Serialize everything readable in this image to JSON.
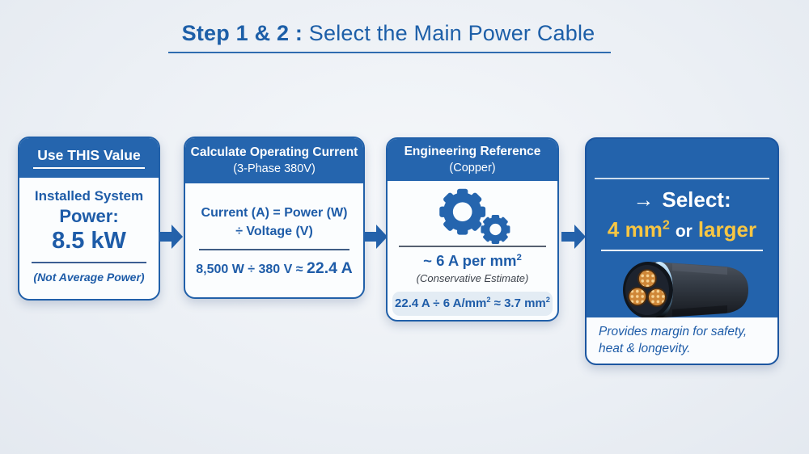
{
  "title": {
    "bold": "Step 1 & 2 :",
    "rest": " Select the Main Power Cable"
  },
  "colors": {
    "accent_blue": "#2565ae",
    "highlight_yellow": "#f7c643",
    "background": "#ecf0f5"
  },
  "cards": {
    "use_this_value": {
      "header": "Use THIS Value",
      "line1": "Installed System",
      "line2": "Power:",
      "value": "8.5 kW",
      "note": "(Not Average Power)"
    },
    "operating_current": {
      "header_line1": "Calculate Operating Current",
      "header_line2": "(3-Phase 380V)",
      "formula_line1": "Current (A) = Power (W)",
      "formula_line2": "÷ Voltage (V)",
      "calc_prefix": "8,500 W ÷ 380 V ≈ ",
      "calc_result": "22.4 A"
    },
    "engineering_reference": {
      "header_line1": "Engineering Reference",
      "header_line2": "(Copper)",
      "rating_text": "~ 6 A per mm",
      "rating_sup": "2",
      "note": "(Conservative Estimate)",
      "calc_p1": "22.4 A ÷ 6 A/mm",
      "calc_s1": "2",
      "calc_p2": " ≈ 3.7 mm",
      "calc_s2": "2"
    },
    "select_result": {
      "arrow": "→",
      "select_label": "Select:",
      "size_value": "4 mm",
      "size_sup": "2",
      "or_text": "or",
      "larger_text": "larger",
      "footer_line1": "Provides margin for safety,",
      "footer_line2": "heat & longevity."
    }
  }
}
